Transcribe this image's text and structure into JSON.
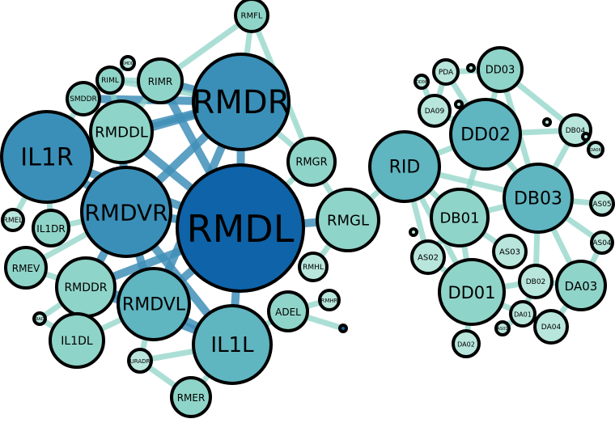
{
  "colors": {
    "node_dark": "#0f63a8",
    "node_mid": "#3a8fb8",
    "node_teal": "#5fb5c0",
    "node_light": "#8fd4c8",
    "node_pale": "#b8e6dc",
    "edge_blue": "#3f8fb8",
    "edge_teal": "#8fd4c8",
    "node_outline": "#000000"
  },
  "nodes": [
    {
      "id": "RMDL",
      "label": "RMDL",
      "color": "node_dark"
    },
    {
      "id": "RMDR",
      "label": "RMDR",
      "color": "node_mid"
    },
    {
      "id": "IL1R",
      "label": "IL1R",
      "color": "node_mid"
    },
    {
      "id": "RMDVR",
      "label": "RMDVR",
      "color": "node_mid"
    },
    {
      "id": "RMDVL",
      "label": "RMDVL",
      "color": "node_teal"
    },
    {
      "id": "IL1L",
      "label": "IL1L",
      "color": "node_teal"
    },
    {
      "id": "RMDDL",
      "label": "RMDDL",
      "color": "node_light"
    },
    {
      "id": "RMDDR",
      "label": "RMDDR",
      "color": "node_light"
    },
    {
      "id": "RMGL",
      "label": "RMGL",
      "color": "node_light"
    },
    {
      "id": "RMGR",
      "label": "RMGR",
      "color": "node_light"
    },
    {
      "id": "RIMR",
      "label": "RIMR",
      "color": "node_light"
    },
    {
      "id": "RIML",
      "label": "RIML",
      "color": "node_light"
    },
    {
      "id": "RMDD",
      "label": "RMDD",
      "color": "node_pale"
    },
    {
      "id": "SMDDR",
      "label": "SMDDR",
      "color": "node_light"
    },
    {
      "id": "RMFL",
      "label": "RMFL",
      "color": "node_light"
    },
    {
      "id": "RMEL",
      "label": "RMEL",
      "color": "node_pale"
    },
    {
      "id": "IL1DR",
      "label": "IL1DR",
      "color": "node_light"
    },
    {
      "id": "RMEV",
      "label": "RMEV",
      "color": "node_light"
    },
    {
      "id": "URADL",
      "label": "URADL",
      "color": "node_pale"
    },
    {
      "id": "IL1DL",
      "label": "IL1DL",
      "color": "node_light"
    },
    {
      "id": "URADR",
      "label": "URADR",
      "color": "node_pale"
    },
    {
      "id": "RMER",
      "label": "RMER",
      "color": "node_light"
    },
    {
      "id": "ADEL",
      "label": "ADEL",
      "color": "node_light"
    },
    {
      "id": "RMHL",
      "label": "RMHL",
      "color": "node_pale"
    },
    {
      "id": "RMHR",
      "label": "RMHR",
      "color": "node_pale"
    },
    {
      "id": "DOT1",
      "label": "",
      "color": "node_dark"
    },
    {
      "id": "RID",
      "label": "RID",
      "color": "node_teal"
    },
    {
      "id": "DD02",
      "label": "DD02",
      "color": "node_teal"
    },
    {
      "id": "DB03",
      "label": "DB03",
      "color": "node_teal"
    },
    {
      "id": "DB01",
      "label": "DB01",
      "color": "node_light"
    },
    {
      "id": "DD01",
      "label": "DD01",
      "color": "node_light"
    },
    {
      "id": "DD03",
      "label": "DD03",
      "color": "node_light"
    },
    {
      "id": "PDA",
      "label": "PDA",
      "color": "node_pale"
    },
    {
      "id": "DD06",
      "label": "DD06",
      "color": "node_pale"
    },
    {
      "id": "DA09",
      "label": "DA09",
      "color": "node_pale"
    },
    {
      "id": "DB04",
      "label": "DB04",
      "color": "node_pale"
    },
    {
      "id": "DA06",
      "label": "DA06",
      "color": "node_pale"
    },
    {
      "id": "AS05",
      "label": "AS05",
      "color": "node_pale"
    },
    {
      "id": "AS04",
      "label": "AS04",
      "color": "node_pale"
    },
    {
      "id": "AS03",
      "label": "AS03",
      "color": "node_pale"
    },
    {
      "id": "AS02",
      "label": "AS02",
      "color": "node_pale"
    },
    {
      "id": "DB02",
      "label": "DB02",
      "color": "node_pale"
    },
    {
      "id": "DA03",
      "label": "DA03",
      "color": "node_light"
    },
    {
      "id": "DA01",
      "label": "DA01",
      "color": "node_pale"
    },
    {
      "id": "AS01",
      "label": "AS01",
      "color": "node_pale"
    },
    {
      "id": "DA04",
      "label": "DA04",
      "color": "node_pale"
    },
    {
      "id": "DA02",
      "label": "DA02",
      "color": "node_pale"
    },
    {
      "id": "DOT2",
      "label": "",
      "color": "node_pale"
    },
    {
      "id": "DOT3",
      "label": "",
      "color": "node_pale"
    },
    {
      "id": "DOT4",
      "label": "",
      "color": "node_pale"
    },
    {
      "id": "DOT5",
      "label": "",
      "color": "node_pale"
    },
    {
      "id": "DOT6",
      "label": "",
      "color": "node_pale"
    }
  ],
  "edges": [
    {
      "from": "RMDL",
      "to": "RMDR",
      "color": "edge_blue"
    },
    {
      "from": "RMDL",
      "to": "RMDVR",
      "color": "edge_blue"
    },
    {
      "from": "RMDL",
      "to": "RMDVL",
      "color": "edge_blue"
    },
    {
      "from": "RMDL",
      "to": "IL1L",
      "color": "edge_blue"
    },
    {
      "from": "RMDL",
      "to": "IL1R",
      "color": "edge_blue"
    },
    {
      "from": "RMDL",
      "to": "RMDDL",
      "color": "edge_blue"
    },
    {
      "from": "RMDL",
      "to": "RMDDR",
      "color": "edge_blue"
    },
    {
      "from": "RMDL",
      "to": "RMGL",
      "color": "edge_blue"
    },
    {
      "from": "RMDL",
      "to": "RMGR",
      "color": "edge_teal"
    },
    {
      "from": "RMDL",
      "to": "RIMR",
      "color": "edge_blue"
    },
    {
      "from": "RMDR",
      "to": "RMDVR",
      "color": "edge_blue"
    },
    {
      "from": "RMDR",
      "to": "RMDDL",
      "color": "edge_blue"
    },
    {
      "from": "RMDR",
      "to": "IL1R",
      "color": "edge_blue"
    },
    {
      "from": "RMDR",
      "to": "RMGR",
      "color": "edge_teal"
    },
    {
      "from": "RMDR",
      "to": "RMFL",
      "color": "edge_teal"
    },
    {
      "from": "RMDR",
      "to": "RIMR",
      "color": "edge_blue"
    },
    {
      "from": "RMDR",
      "to": "RIML",
      "color": "edge_teal"
    },
    {
      "from": "RMDR",
      "to": "SMDDR",
      "color": "edge_blue"
    },
    {
      "from": "RMDR",
      "to": "RMDVL",
      "color": "edge_blue"
    },
    {
      "from": "IL1R",
      "to": "RMDVR",
      "color": "edge_blue"
    },
    {
      "from": "IL1R",
      "to": "RMDDL",
      "color": "edge_blue"
    },
    {
      "from": "IL1R",
      "to": "IL1DR",
      "color": "edge_teal"
    },
    {
      "from": "IL1R",
      "to": "SMDDR",
      "color": "edge_teal"
    },
    {
      "from": "IL1R",
      "to": "RMEL",
      "color": "edge_teal"
    },
    {
      "from": "RMDVR",
      "to": "RMDVL",
      "color": "edge_blue"
    },
    {
      "from": "RMDVR",
      "to": "RMDDR",
      "color": "edge_blue"
    },
    {
      "from": "RMDVR",
      "to": "RMDDL",
      "color": "edge_blue"
    },
    {
      "from": "RMDVR",
      "to": "IL1DR",
      "color": "edge_teal"
    },
    {
      "from": "RMDVR",
      "to": "RMEV",
      "color": "edge_teal"
    },
    {
      "from": "RMDVR",
      "to": "IL1L",
      "color": "edge_blue"
    },
    {
      "from": "RMDVL",
      "to": "IL1L",
      "color": "edge_blue"
    },
    {
      "from": "RMDVL",
      "to": "RMDDR",
      "color": "edge_blue"
    },
    {
      "from": "RMDVL",
      "to": "IL1DL",
      "color": "edge_teal"
    },
    {
      "from": "RMDVL",
      "to": "URADR",
      "color": "edge_teal"
    },
    {
      "from": "IL1L",
      "to": "RMER",
      "color": "edge_teal"
    },
    {
      "from": "IL1L",
      "to": "ADEL",
      "color": "edge_teal"
    },
    {
      "from": "IL1L",
      "to": "RMDDR",
      "color": "edge_blue"
    },
    {
      "from": "IL1L",
      "to": "URADR",
      "color": "edge_teal"
    },
    {
      "from": "RMDDR",
      "to": "IL1DL",
      "color": "edge_teal"
    },
    {
      "from": "RMDDR",
      "to": "RMEV",
      "color": "edge_teal"
    },
    {
      "from": "RMDDR",
      "to": "URADL",
      "color": "edge_teal"
    },
    {
      "from": "RMDDL",
      "to": "RIMR",
      "color": "edge_teal"
    },
    {
      "from": "RMDDL",
      "to": "SMDDR",
      "color": "edge_teal"
    },
    {
      "from": "RMDDL",
      "to": "RIML",
      "color": "edge_teal"
    },
    {
      "from": "RMGL",
      "to": "RMGR",
      "color": "edge_teal"
    },
    {
      "from": "RMGL",
      "to": "RMHL",
      "color": "edge_teal"
    },
    {
      "from": "RMGL",
      "to": "RID",
      "color": "edge_teal"
    },
    {
      "from": "RMGR",
      "to": "RMFL",
      "color": "edge_teal"
    },
    {
      "from": "RIMR",
      "to": "RIML",
      "color": "edge_teal"
    },
    {
      "from": "RIMR",
      "to": "RMFL",
      "color": "edge_teal"
    },
    {
      "from": "RIML",
      "to": "RMDD",
      "color": "edge_teal"
    },
    {
      "from": "ADEL",
      "to": "DOT1",
      "color": "edge_teal"
    },
    {
      "from": "RMHR",
      "to": "ADEL",
      "color": "edge_teal"
    },
    {
      "from": "RMER",
      "to": "URADR",
      "color": "edge_teal"
    },
    {
      "from": "IL1DL",
      "to": "URADL",
      "color": "edge_teal"
    },
    {
      "from": "RID",
      "to": "DD02",
      "color": "edge_teal"
    },
    {
      "from": "RID",
      "to": "DB01",
      "color": "edge_teal"
    },
    {
      "from": "RID",
      "to": "DD01",
      "color": "edge_teal"
    },
    {
      "from": "RID",
      "to": "DB03",
      "color": "edge_teal"
    },
    {
      "from": "RID",
      "to": "AS02",
      "color": "edge_teal"
    },
    {
      "from": "DD02",
      "to": "DB03",
      "color": "edge_teal"
    },
    {
      "from": "DD02",
      "to": "DB01",
      "color": "edge_teal"
    },
    {
      "from": "DD02",
      "to": "DD03",
      "color": "edge_teal"
    },
    {
      "from": "DD02",
      "to": "DA09",
      "color": "edge_teal"
    },
    {
      "from": "DD02",
      "to": "DB04",
      "color": "edge_teal"
    },
    {
      "from": "DD02",
      "to": "PDA",
      "color": "edge_teal"
    },
    {
      "from": "DB03",
      "to": "DB01",
      "color": "edge_teal"
    },
    {
      "from": "DB03",
      "to": "DA03",
      "color": "edge_teal"
    },
    {
      "from": "DB03",
      "to": "AS05",
      "color": "edge_teal"
    },
    {
      "from": "DB03",
      "to": "AS04",
      "color": "edge_teal"
    },
    {
      "from": "DB03",
      "to": "DB04",
      "color": "edge_teal"
    },
    {
      "from": "DB03",
      "to": "DB02",
      "color": "edge_teal"
    },
    {
      "from": "DB03",
      "to": "DD03",
      "color": "edge_teal"
    },
    {
      "from": "DB01",
      "to": "DD01",
      "color": "edge_teal"
    },
    {
      "from": "DB01",
      "to": "AS03",
      "color": "edge_teal"
    },
    {
      "from": "DB01",
      "to": "AS02",
      "color": "edge_teal"
    },
    {
      "from": "DD01",
      "to": "DA02",
      "color": "edge_teal"
    },
    {
      "from": "DD01",
      "to": "DA01",
      "color": "edge_teal"
    },
    {
      "from": "DD01",
      "to": "AS02",
      "color": "edge_teal"
    },
    {
      "from": "DD01",
      "to": "DB02",
      "color": "edge_teal"
    },
    {
      "from": "DA03",
      "to": "DA04",
      "color": "edge_teal"
    },
    {
      "from": "DA03",
      "to": "DB02",
      "color": "edge_teal"
    },
    {
      "from": "DA03",
      "to": "AS04",
      "color": "edge_teal"
    },
    {
      "from": "DB02",
      "to": "DA01",
      "color": "edge_teal"
    },
    {
      "from": "DA01",
      "to": "DA04",
      "color": "edge_teal"
    },
    {
      "from": "DA01",
      "to": "AS01",
      "color": "edge_teal"
    },
    {
      "from": "DD03",
      "to": "PDA",
      "color": "edge_teal"
    },
    {
      "from": "DD03",
      "to": "DB04",
      "color": "edge_teal"
    },
    {
      "from": "DB04",
      "to": "DA06",
      "color": "edge_teal"
    },
    {
      "from": "PDA",
      "to": "DA09",
      "color": "edge_teal"
    },
    {
      "from": "DA09",
      "to": "DD06",
      "color": "edge_teal"
    }
  ]
}
